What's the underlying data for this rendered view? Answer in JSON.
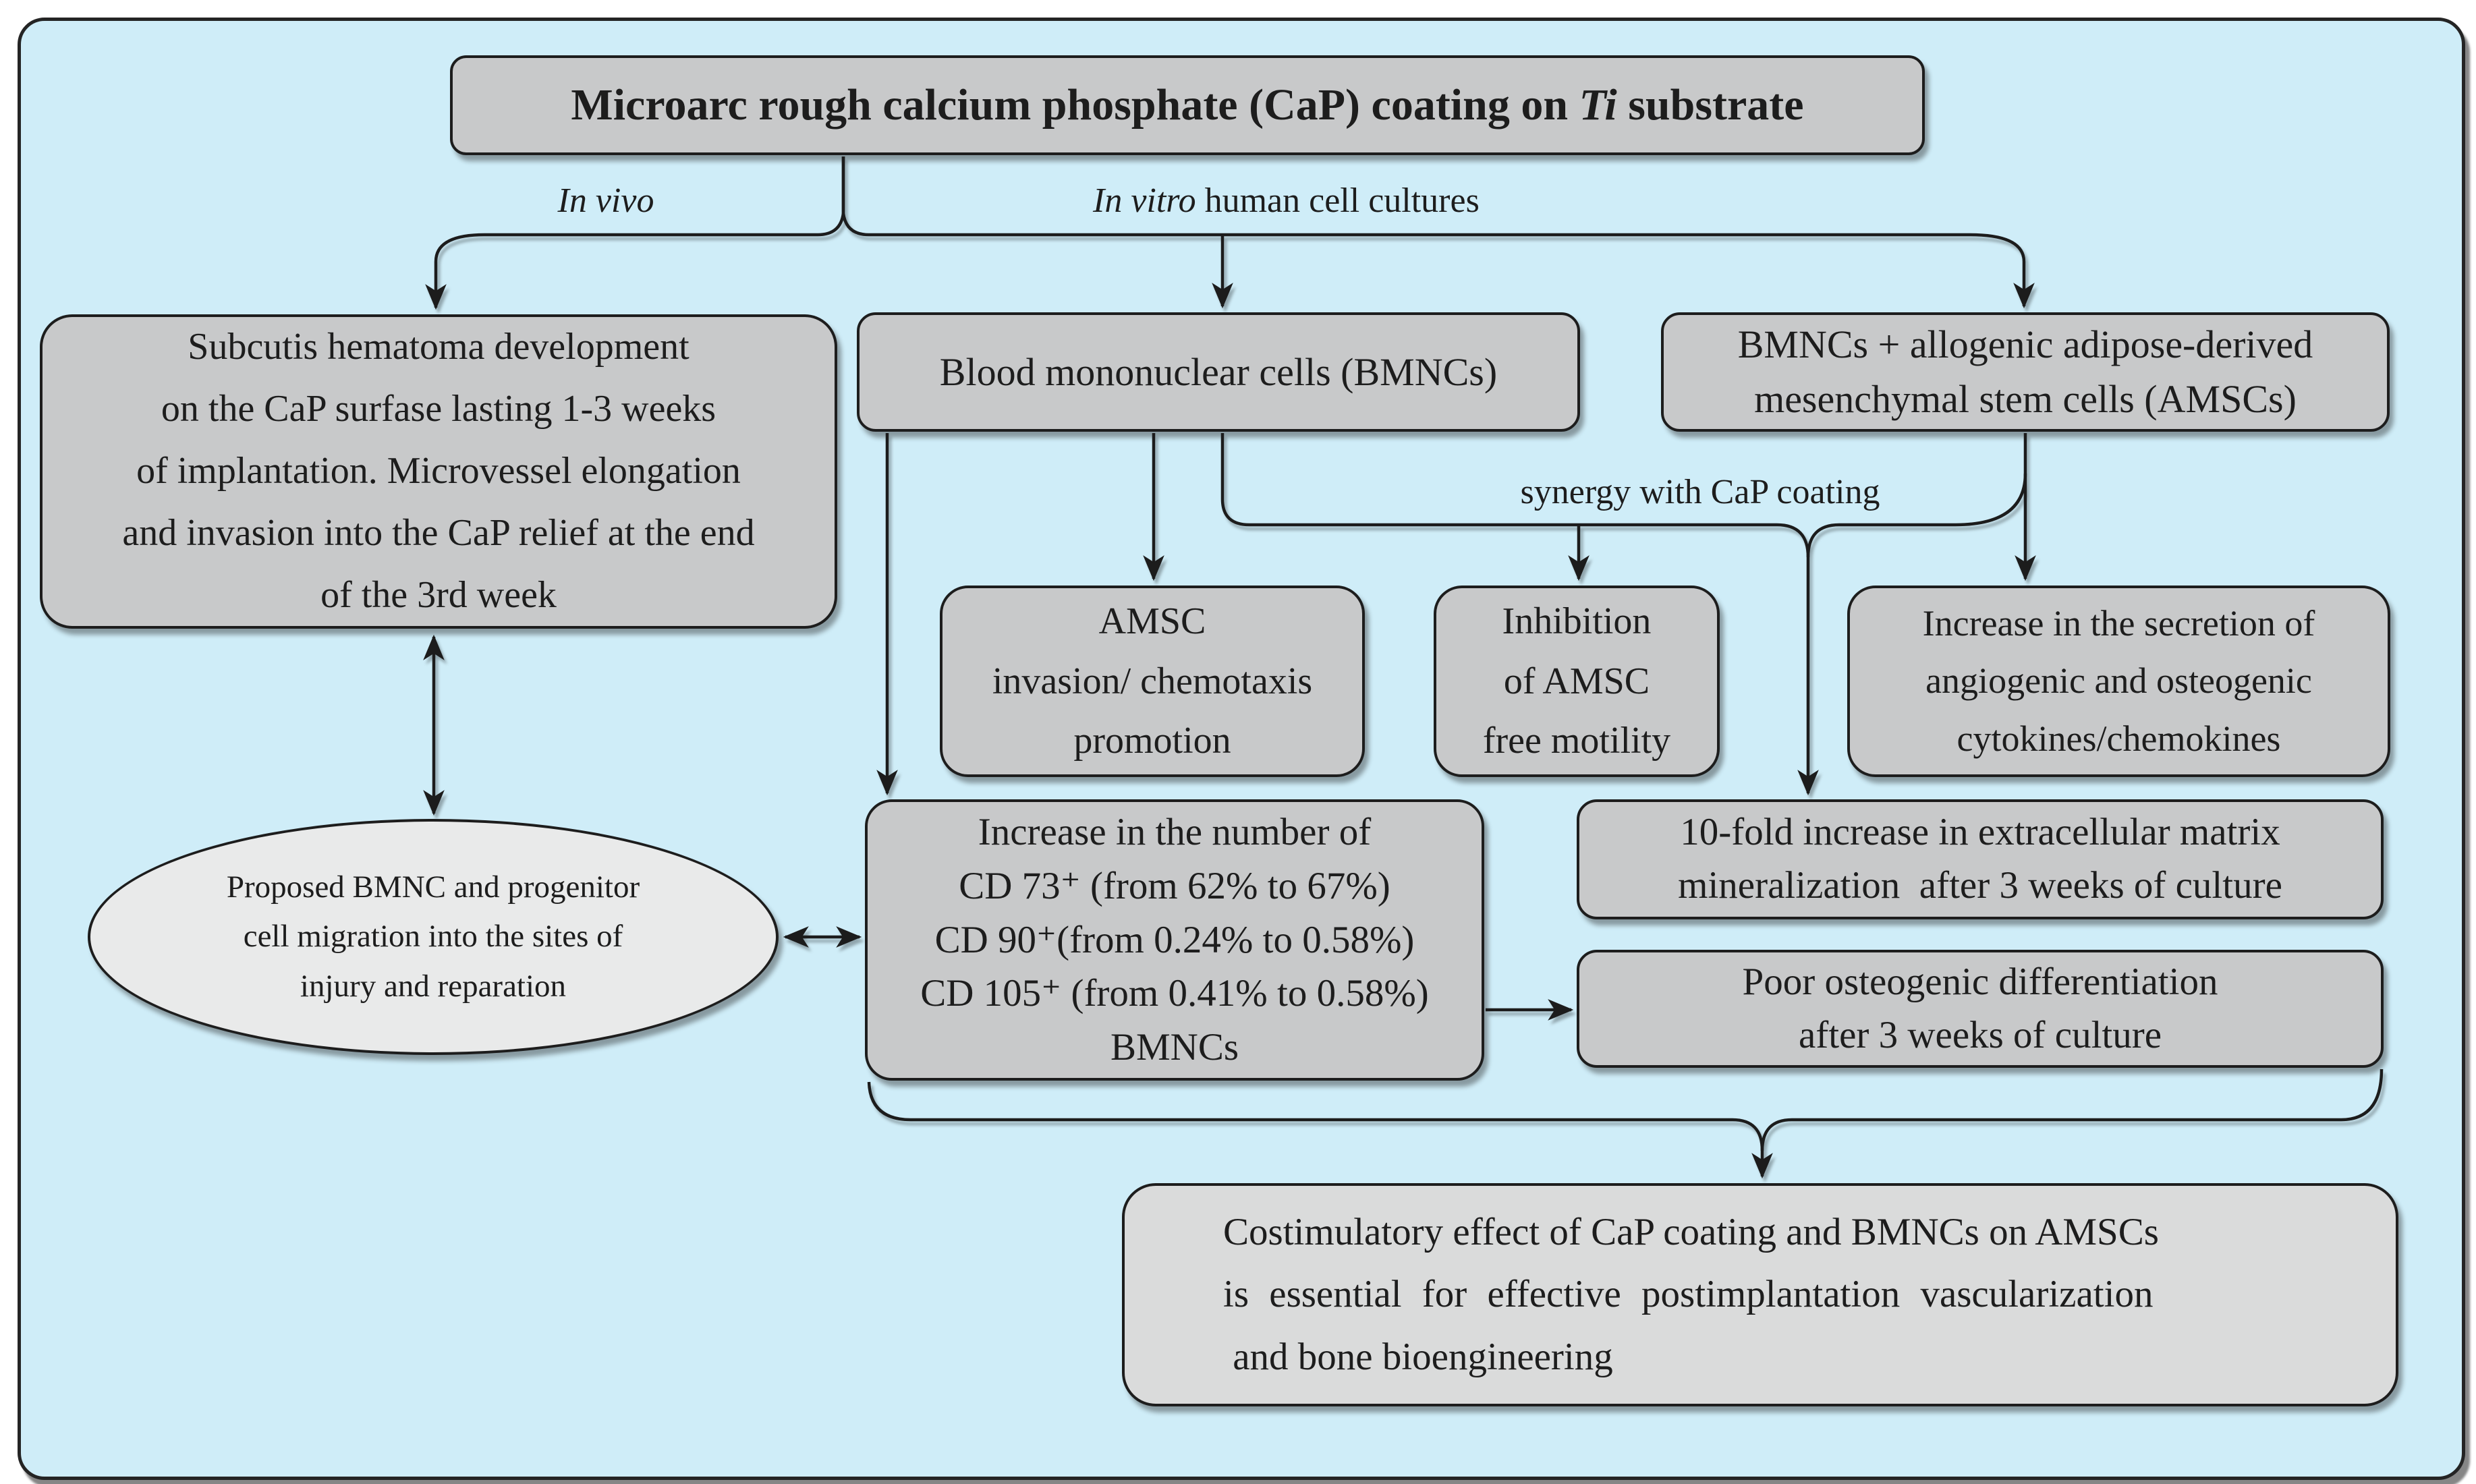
{
  "colors": {
    "background": "#cfedf8",
    "node_fill": "#c8c9ca",
    "ellipse_fill": "#e9eaea",
    "conclusion_fill": "#dadbdb",
    "line_and_text": "#1d1d1d"
  },
  "title": {
    "prefix": "Microarc rough calcium phosphate (CaP) coating on ",
    "italic": "Ti",
    "suffix": " substrate"
  },
  "branch_labels": {
    "in_vivo": "In vivo",
    "in_vitro_italic": "In vitro",
    "in_vitro_rest": " human cell cultures",
    "synergy": "synergy with CaP coating"
  },
  "nodes": {
    "subcutis": {
      "lines": [
        "Subcutis hematoma development",
        "on the CaP surfase lasting 1-3 weeks",
        "of implantation. Microvessel elongation",
        "and invasion into the CaP relief at the end",
        "of the 3rd week"
      ]
    },
    "bmnc": {
      "label": "Blood mononuclear cells (BMNCs)"
    },
    "amsc": {
      "lines": [
        "BMNCs + allogenic adipose-derived",
        "mesenchymal stem cells (AMSCs)"
      ]
    },
    "invasion": {
      "lines": [
        "AMSC",
        "invasion/ chemotaxis",
        "promotion"
      ]
    },
    "inhibition": {
      "lines": [
        "Inhibition",
        "of AMSC",
        "free motility"
      ]
    },
    "secretion": {
      "lines": [
        "Increase in the secretion of",
        "angiogenic and osteogenic",
        "cytokines/chemokines"
      ]
    },
    "cd_counts": {
      "lines": [
        "Increase in the number of",
        "CD 73⁺ (from 62% to 67%)",
        "CD 90⁺(from 0.24% to 0.58%)",
        "CD 105⁺ (from 0.41% to 0.58%)",
        "BMNCs"
      ]
    },
    "tenfold": {
      "lines": [
        "10-fold increase in extracellular matrix",
        "mineralization  after 3 weeks of culture"
      ]
    },
    "poor": {
      "lines": [
        "Poor osteogenic differentiation",
        "after 3 weeks of culture"
      ]
    },
    "migration_ellipse": {
      "lines": [
        "Proposed BMNC and progenitor",
        "cell migration into the sites of",
        "injury and reparation"
      ]
    },
    "conclusion": {
      "lines": [
        "Costimulatory effect of CaP coating and BMNCs on AMSCs",
        "is essential for effective postimplantation vascularization",
        " and bone bioengineering"
      ]
    }
  }
}
